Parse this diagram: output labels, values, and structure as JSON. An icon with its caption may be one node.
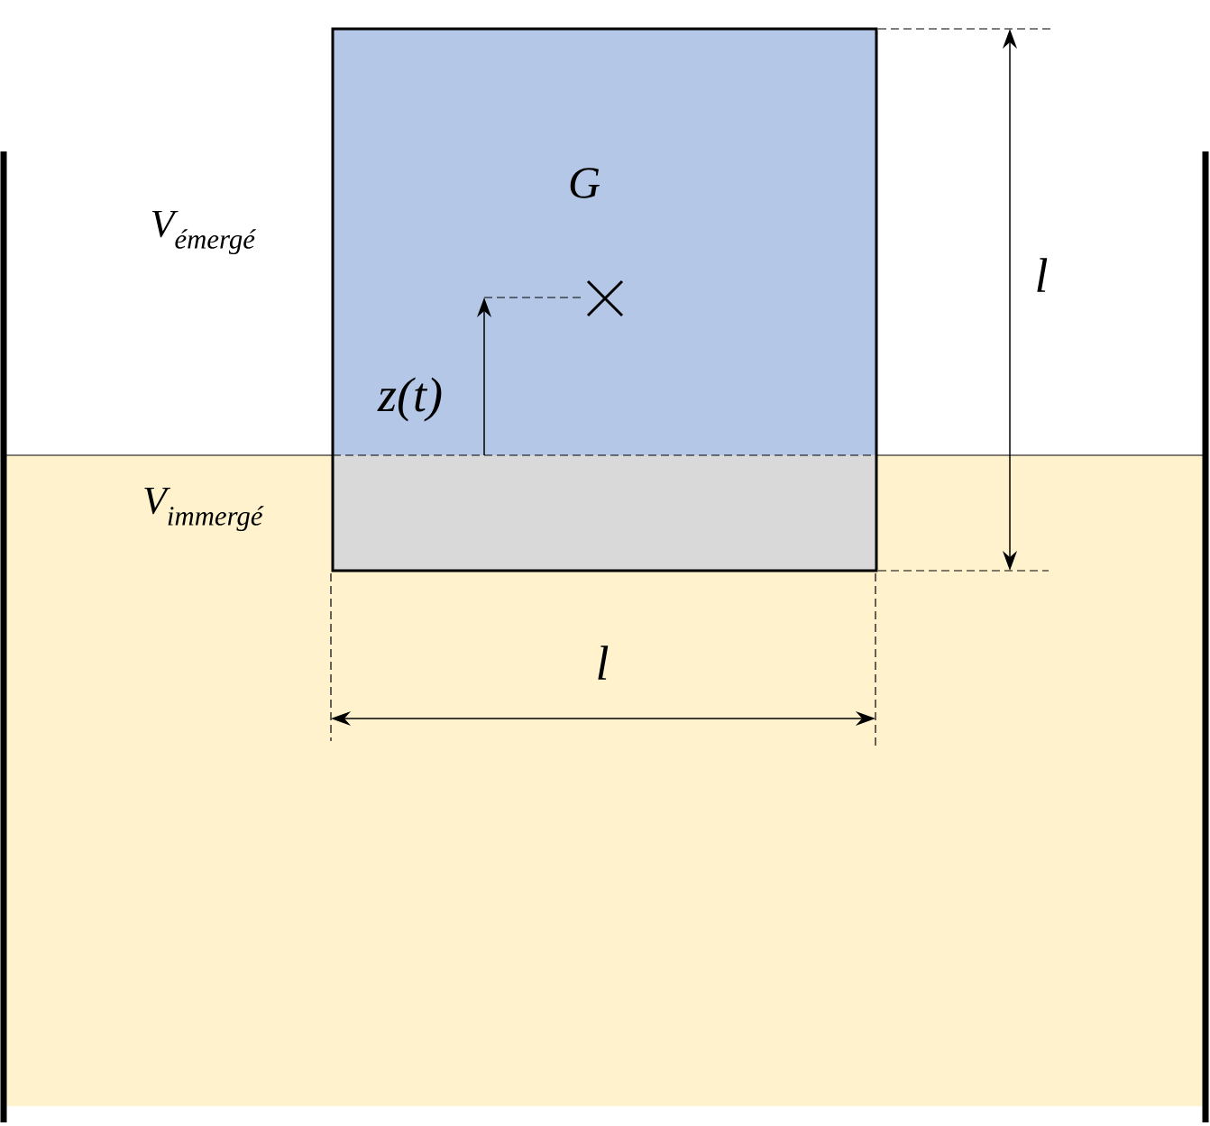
{
  "diagram": {
    "labels": [
      "V$_{émergé}$",
      "V$_{immergé}$",
      "G",
      "z(t)",
      "l",
      "l"
    ]
  }
}
